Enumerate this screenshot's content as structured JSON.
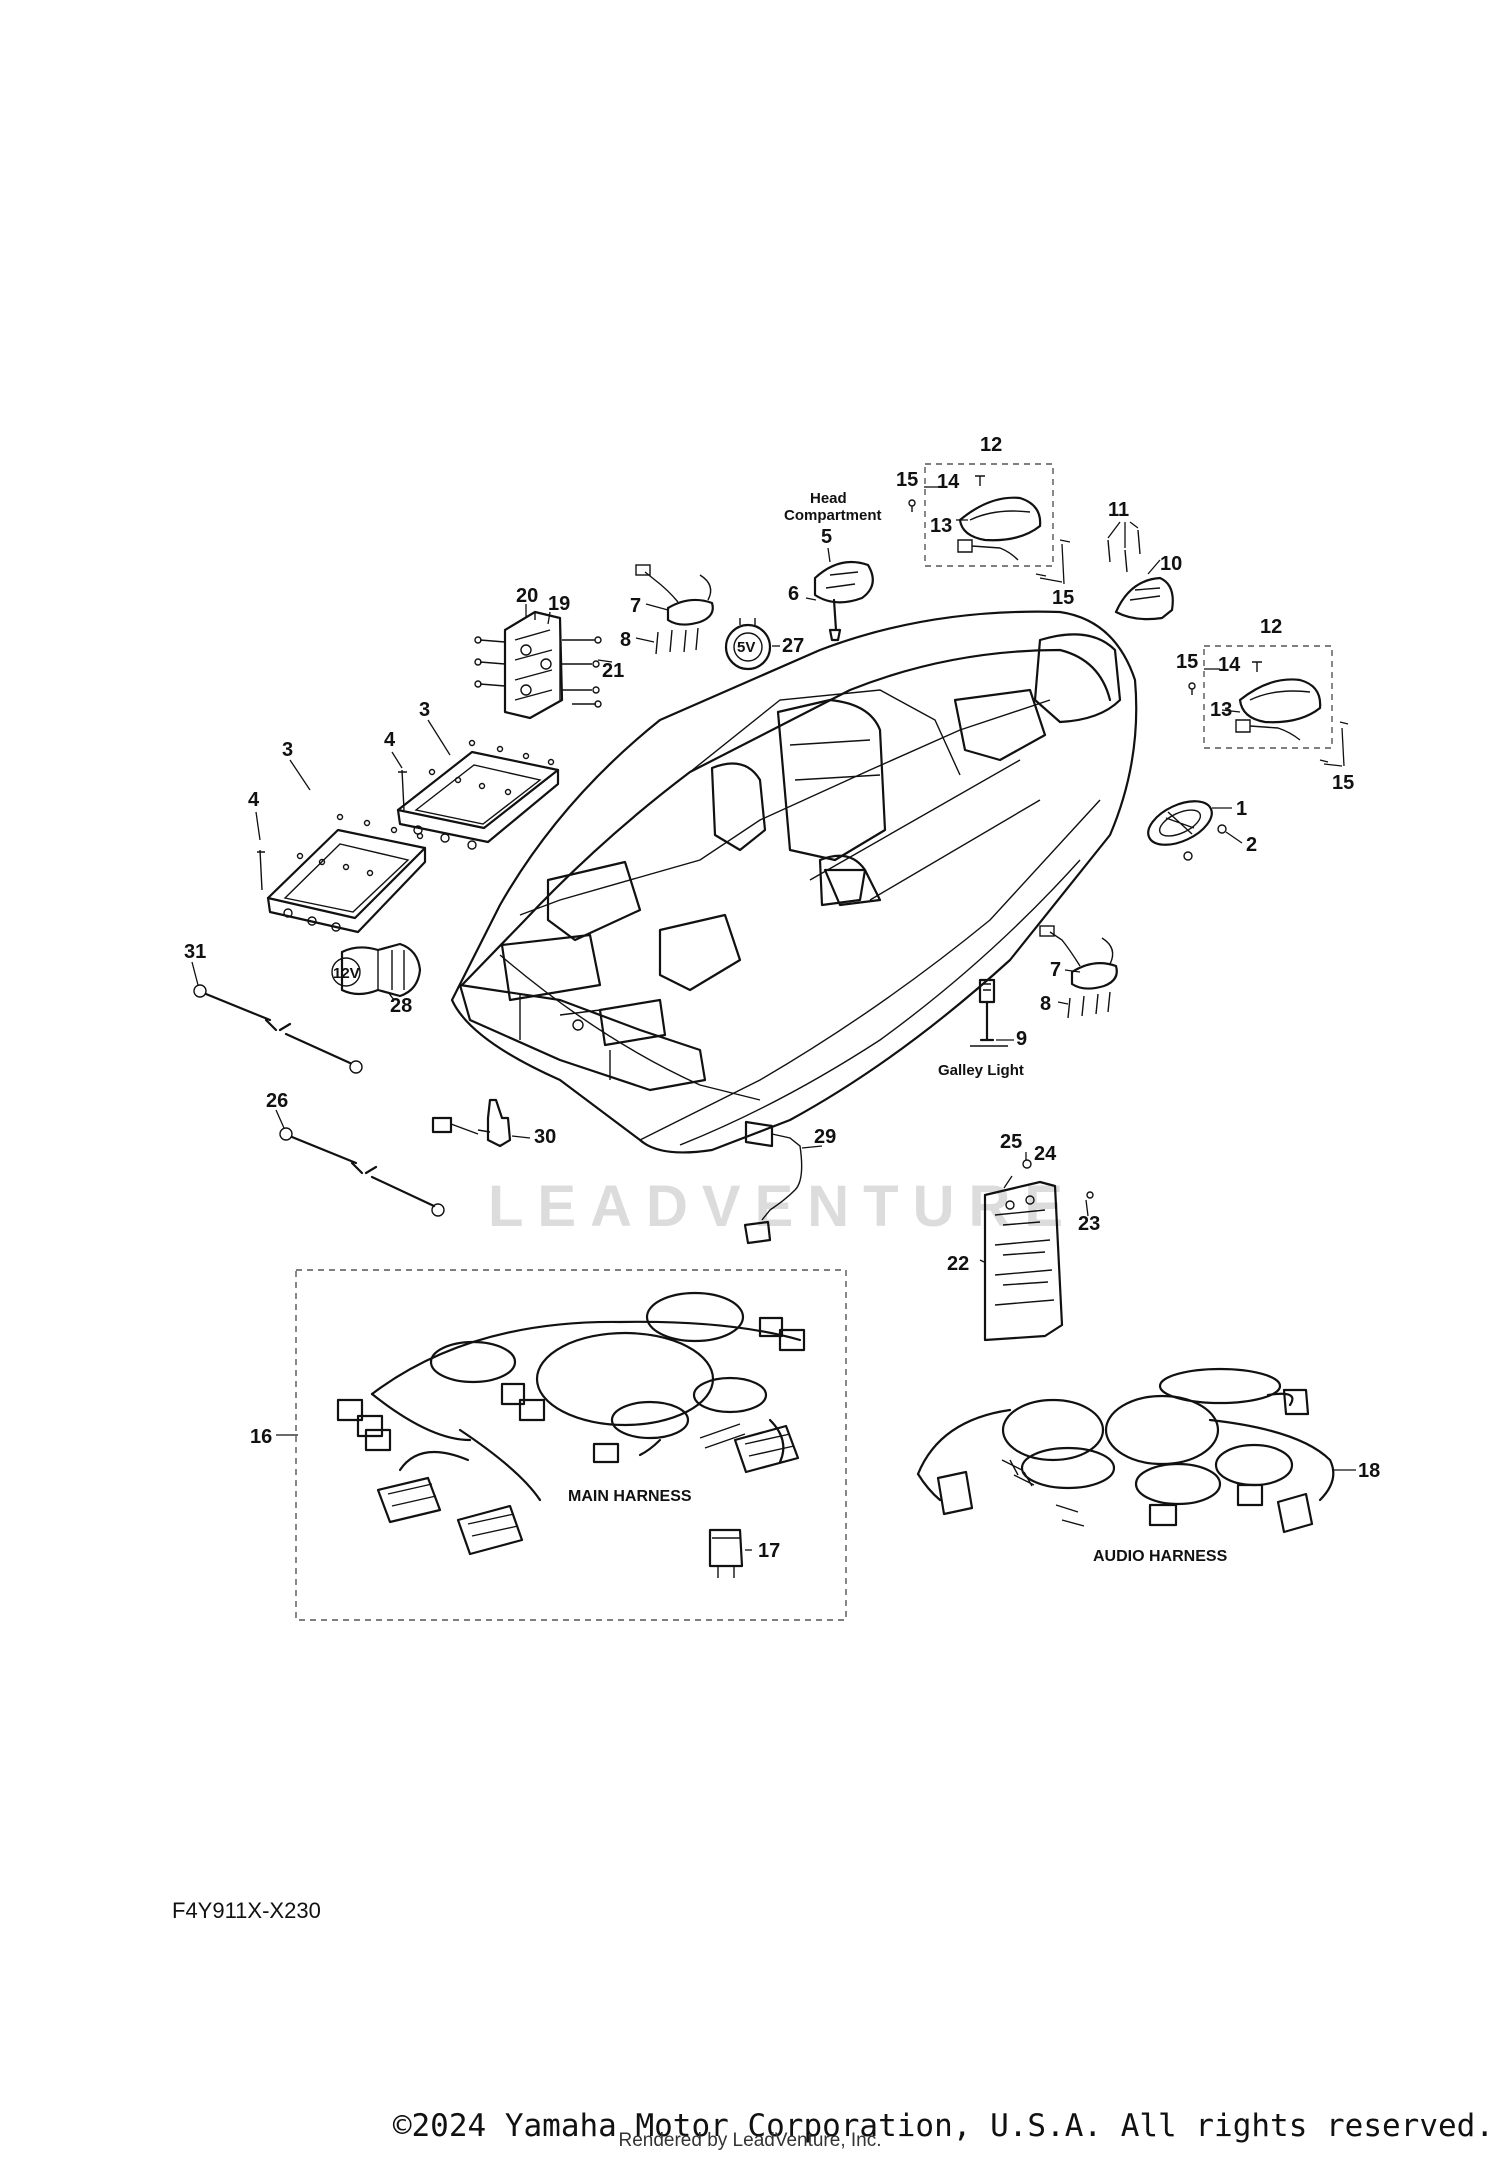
{
  "callouts": {
    "c1": "1",
    "c2": "2",
    "c3a": "3",
    "c3b": "3",
    "c4a": "4",
    "c4b": "4",
    "c5": "5",
    "c6": "6",
    "c7a": "7",
    "c7b": "7",
    "c8a": "8",
    "c8b": "8",
    "c9": "9",
    "c10": "10",
    "c11": "11",
    "c12a": "12",
    "c12b": "12",
    "c13a": "13",
    "c13b": "13",
    "c14a": "14",
    "c14b": "14",
    "c15a": "15",
    "c15b": "15",
    "c15c": "15",
    "c15d": "15",
    "c16": "16",
    "c17": "17",
    "c18": "18",
    "c19": "19",
    "c20": "20",
    "c21": "21",
    "c22": "22",
    "c23": "23",
    "c24": "24",
    "c25": "25",
    "c26": "26",
    "c27": "27",
    "c28": "28",
    "c29": "29",
    "c30": "30",
    "c31": "31"
  },
  "captions": {
    "head_line1": "Head",
    "head_line2": "Compartment",
    "galley": "Galley Light",
    "main_harness": "MAIN HARNESS",
    "audio_harness": "AUDIO HARNESS"
  },
  "markings": {
    "usb": "5V",
    "outlet": "12V"
  },
  "watermark": "LEADVENTURE",
  "drawing_code": "F4Y911X-X230",
  "copyright": "©2024 Yamaha Motor Corporation, U.S.A. All rights reserved.",
  "rendered_by": "Rendered by LeadVenture, Inc."
}
